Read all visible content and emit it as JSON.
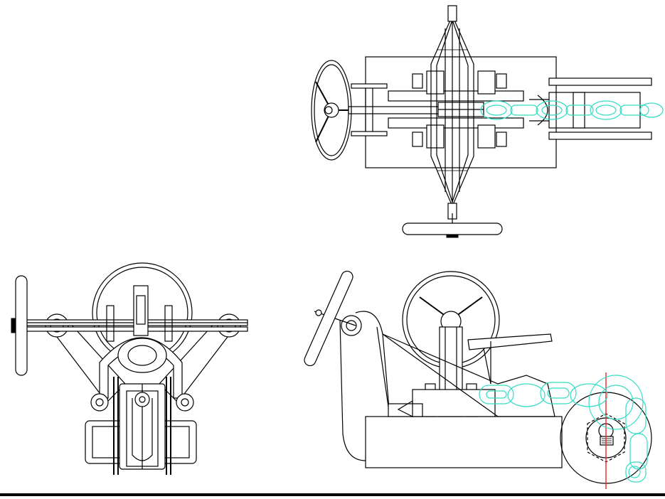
{
  "colors": {
    "background": "#ffffff",
    "linework": "#000000",
    "chain": "#33dcc4",
    "centerline": "#e8242c",
    "border": "#000000"
  },
  "views": [
    {
      "id": "top-view",
      "kind": "plan"
    },
    {
      "id": "front-view",
      "kind": "front elevation"
    },
    {
      "id": "side-view",
      "kind": "side elevation"
    }
  ]
}
